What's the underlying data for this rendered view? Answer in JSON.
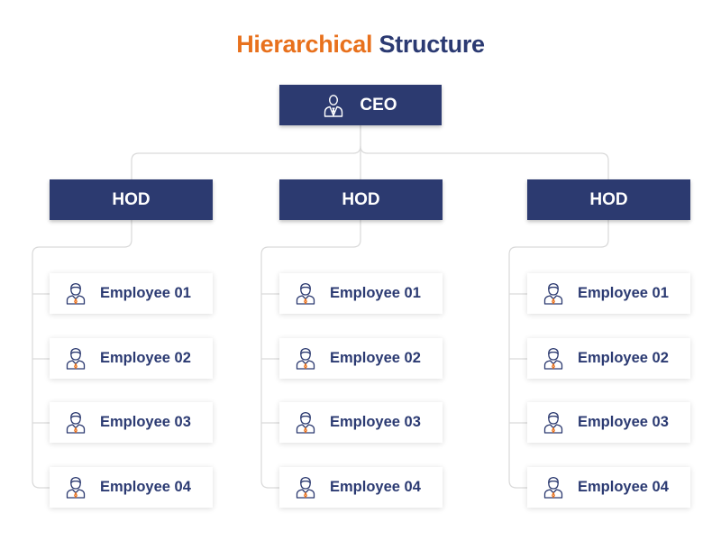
{
  "title": {
    "part1": "Hierarchical",
    "part2": "Structure"
  },
  "colors": {
    "accent": "#e8711d",
    "primary": "#2c3a70",
    "line": "#d9d9d9"
  },
  "ceo": {
    "label": "CEO",
    "icon": "executive-icon"
  },
  "departments": [
    {
      "label": "HOD",
      "employees": [
        "Employee 01",
        "Employee 02",
        "Employee 03",
        "Employee 04"
      ]
    },
    {
      "label": "HOD",
      "employees": [
        "Employee 01",
        "Employee 02",
        "Employee 03",
        "Employee 04"
      ]
    },
    {
      "label": "HOD",
      "employees": [
        "Employee 01",
        "Employee 02",
        "Employee 03",
        "Employee 04"
      ]
    }
  ],
  "employee_icon": "employee-icon"
}
